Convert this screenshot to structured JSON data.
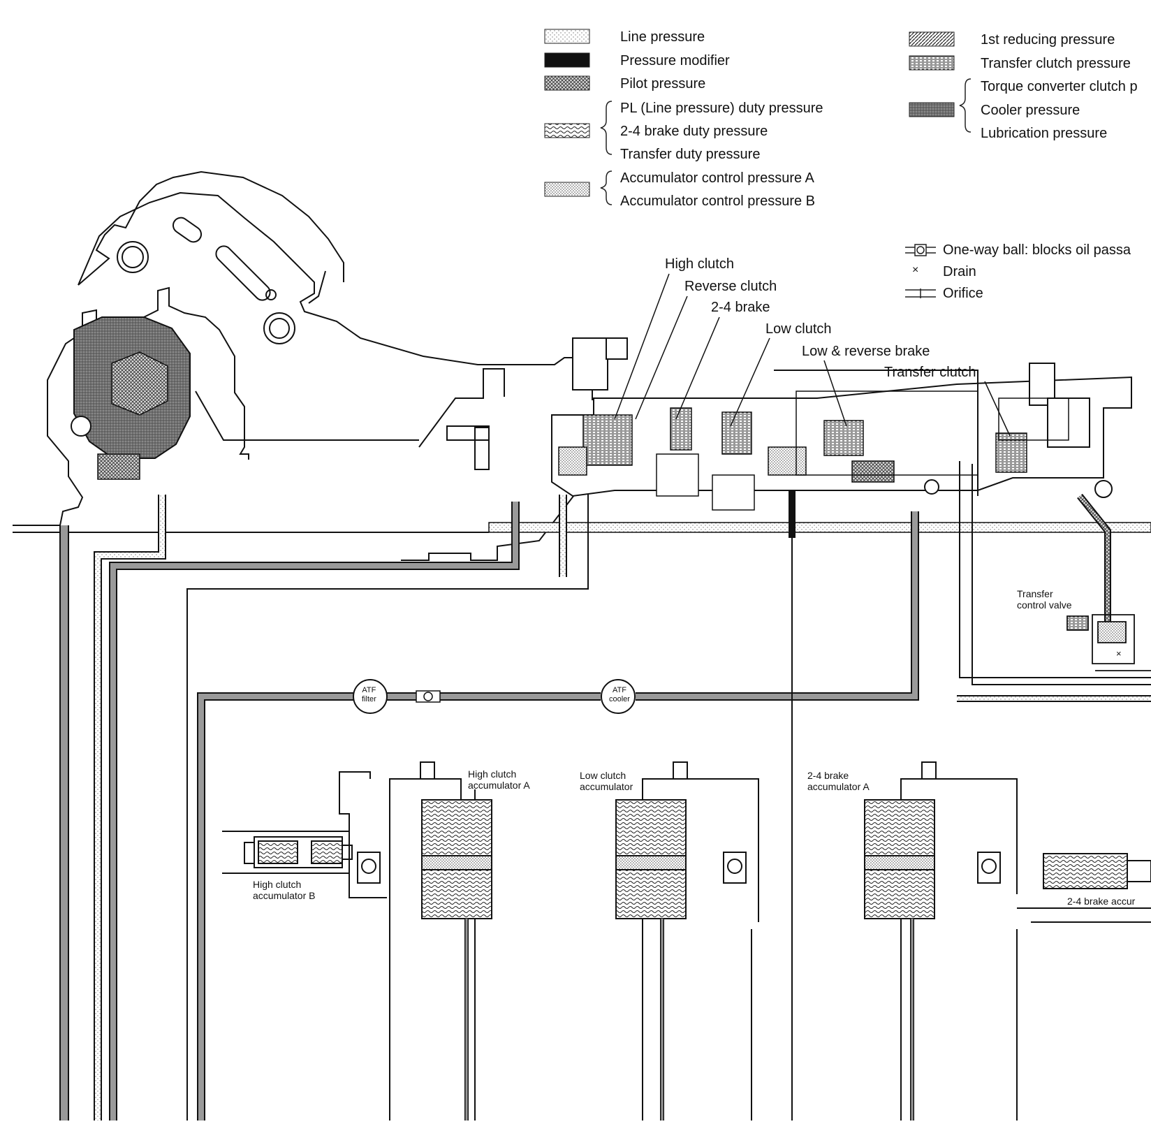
{
  "legend_left": {
    "line": "Line pressure",
    "modifier": "Pressure modifier",
    "pilot": "Pilot pressure",
    "pl_duty": "PL (Line pressure) duty pressure",
    "brake24_duty": "2-4 brake duty pressure",
    "transfer_duty": "Transfer duty pressure",
    "acc_a": "Accumulator control pressure A",
    "acc_b": "Accumulator control pressure B"
  },
  "legend_right": {
    "first_reducing": "1st reducing pressure",
    "transfer_clutch": "Transfer clutch pressure",
    "tc_clutch": "Torque converter clutch p",
    "cooler": "Cooler pressure",
    "lube": "Lubrication pressure"
  },
  "symbols": {
    "oneway": "One-way ball: blocks oil passa",
    "drain": "Drain",
    "orifice": "Orifice",
    "drain_mark": "×"
  },
  "components": {
    "high_clutch": "High clutch",
    "reverse_clutch": "Reverse clutch",
    "brake24": "2-4 brake",
    "low_clutch": "Low clutch",
    "low_reverse_brake": "Low & reverse brake",
    "transfer_clutch": "Transfer clutch"
  },
  "small_labels": {
    "transfer_valve": "Transfer\ncontrol valve",
    "atf_filter": "ATF\nfilter",
    "atf_cooler": "ATF\ncooler",
    "high_acc_a": "High clutch\naccumulator A",
    "low_acc": "Low clutch\naccumulator",
    "brake_acc_a": "2-4 brake\naccumulator A",
    "high_acc_b": "High clutch\naccumulator B",
    "brake_acc_right": "2-4 brake accur"
  },
  "colors": {
    "ink": "#111111",
    "paper": "#ffffff",
    "shade": "#9a9a9a"
  }
}
